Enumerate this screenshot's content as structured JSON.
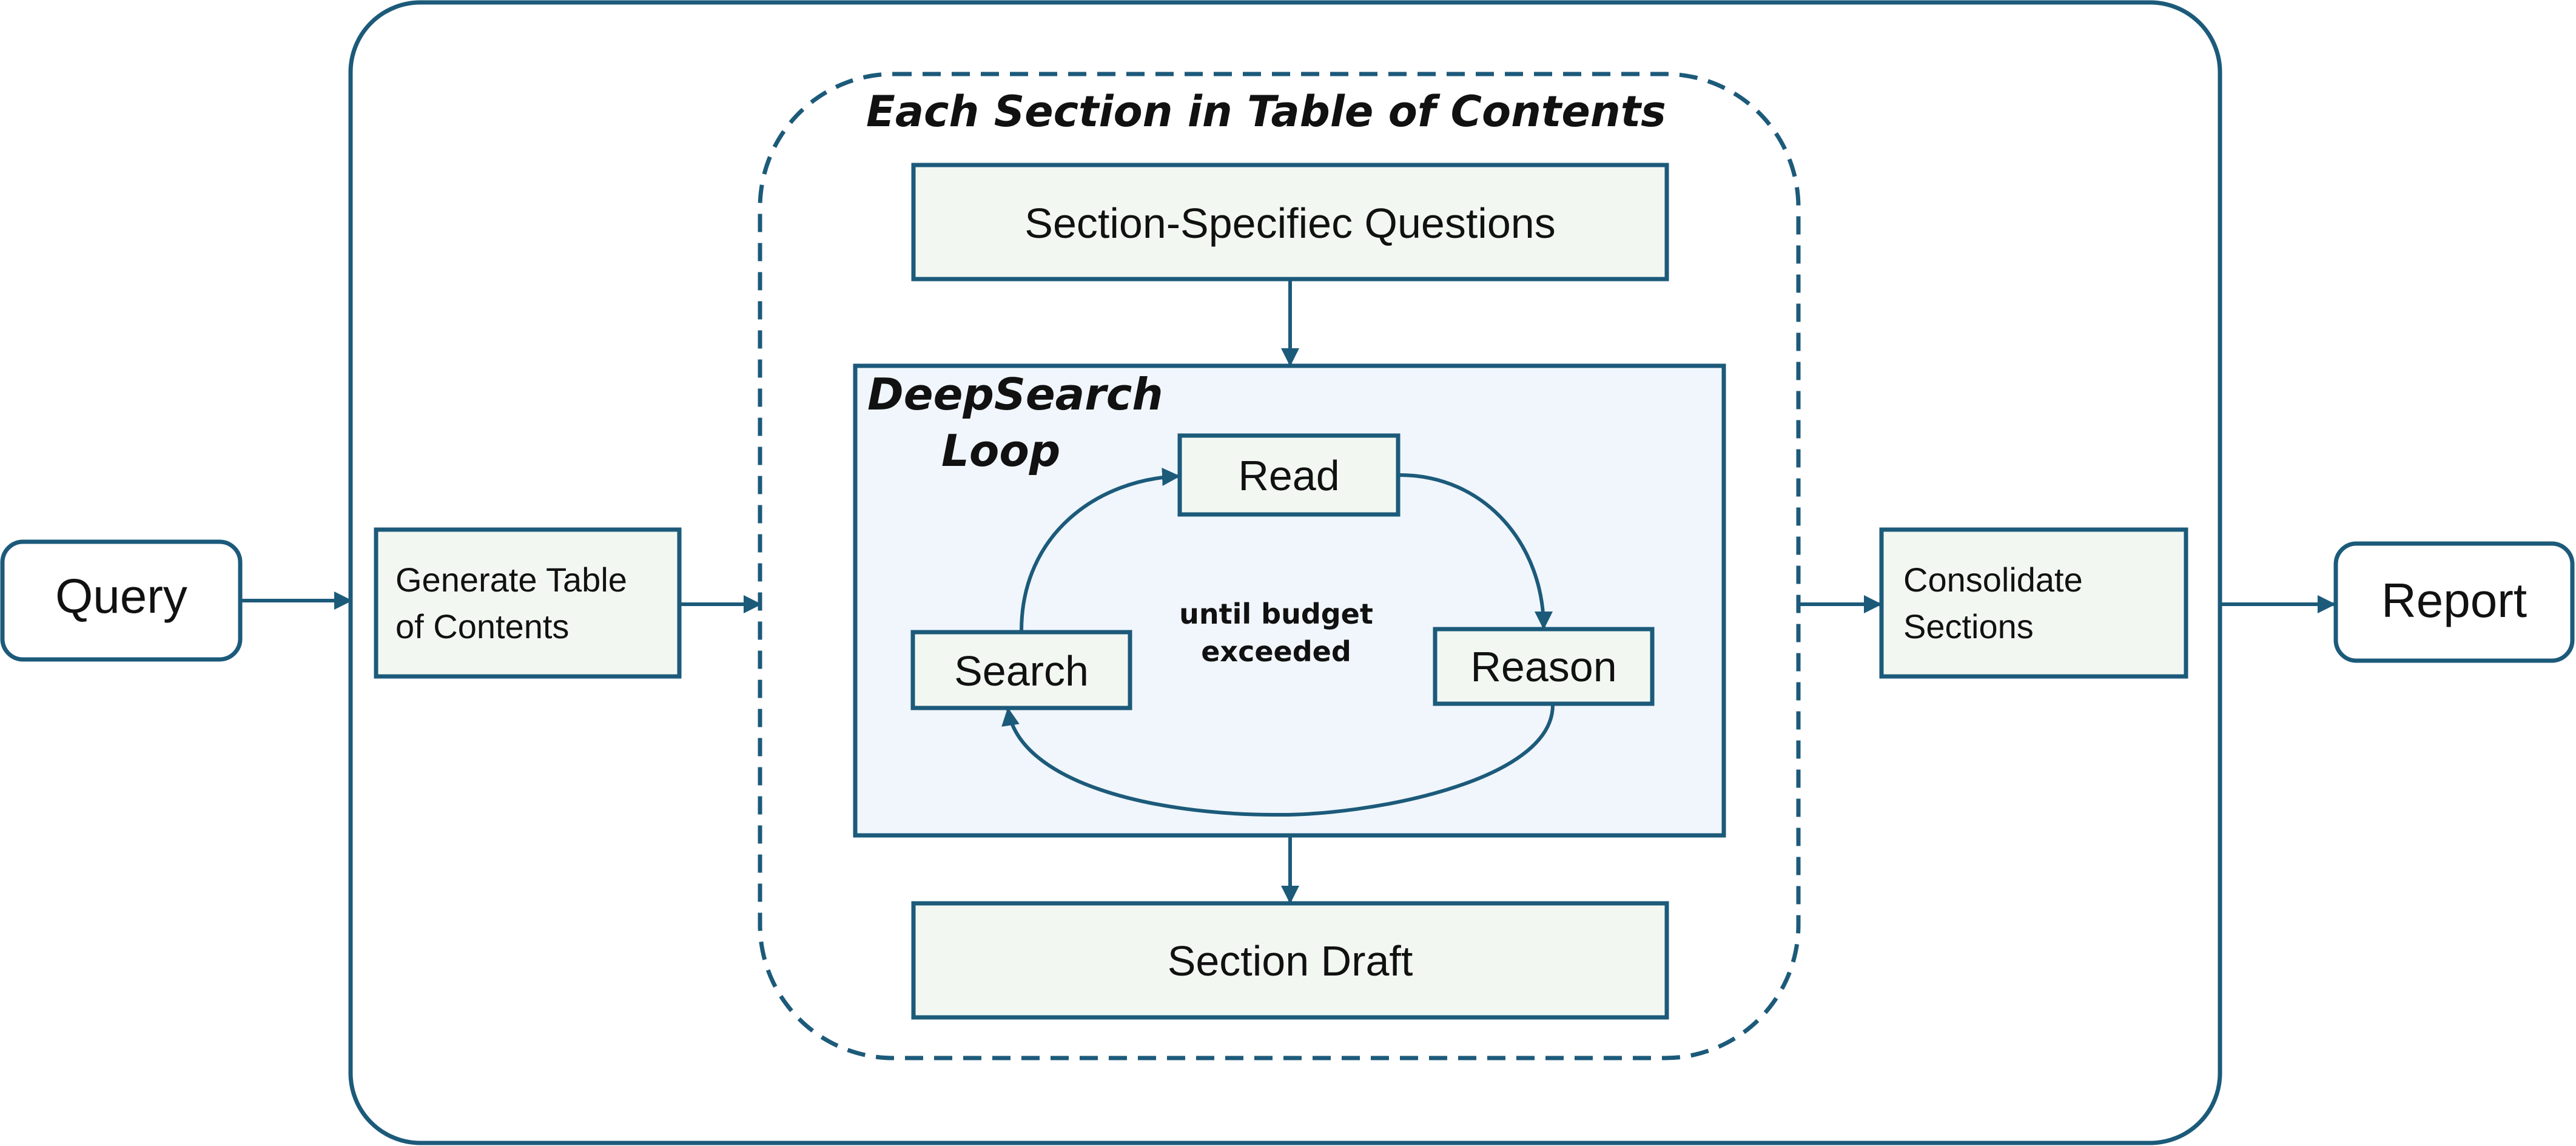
{
  "diagram": {
    "query_label": "Query",
    "generate_toc_label_line1": "Generate Table",
    "generate_toc_label_line2": "of Contents",
    "section_loop_title": "Each Section in Table of Contents",
    "section_questions_label": "Section-Specifiec Questions",
    "deepsearch_title_line1": "DeepSearch",
    "deepsearch_title_line2": "Loop",
    "read_label": "Read",
    "search_label": "Search",
    "reason_label": "Reason",
    "loop_condition_line1": "until budget",
    "loop_condition_line2": "exceeded",
    "section_draft_label": "Section Draft",
    "consolidate_label_line1": "Consolidate",
    "consolidate_label_line2": "Sections",
    "report_label": "Report"
  },
  "colors": {
    "stroke": "#1c5a7a",
    "box_fill": "#f2f8f1",
    "loop_fill": "#f0f6fc",
    "background": "#ffffff"
  }
}
